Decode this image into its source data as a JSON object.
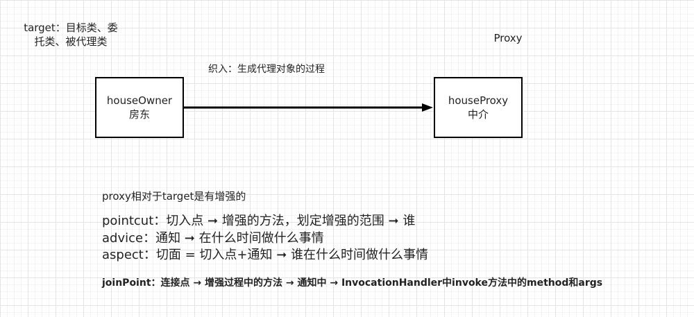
{
  "target_note": {
    "line1": "target：目标类、委",
    "line2": "托类、被代理类"
  },
  "proxy_title": "Proxy",
  "weave_note": "织入：生成代理对象的过程",
  "house_owner_box": {
    "name": "houseOwner",
    "label": "房东"
  },
  "house_proxy_box": {
    "name": "houseProxy",
    "label": "中介"
  },
  "enhance_note": "proxy相对于target是有增强的",
  "concepts": {
    "pointcut": "pointcut：切入点 ➞ 增强的方法，划定增强的范围 ➞ 谁",
    "advice": "advice：通知 ➞ 在什么时间做什么事情",
    "aspect": "aspect：切面 = 切入点+通知 ➞ 谁在什么时间做什么事情"
  },
  "joinpoint_note": "joinPoint：连接点 → 增强过程中的方法 → 通知中 → InvocationHandler中invoke方法中的method和args",
  "colors": {
    "grid_major": "#e4e4e4",
    "grid_minor": "#f3f3f3",
    "stroke": "#000000",
    "text": "#222222"
  }
}
